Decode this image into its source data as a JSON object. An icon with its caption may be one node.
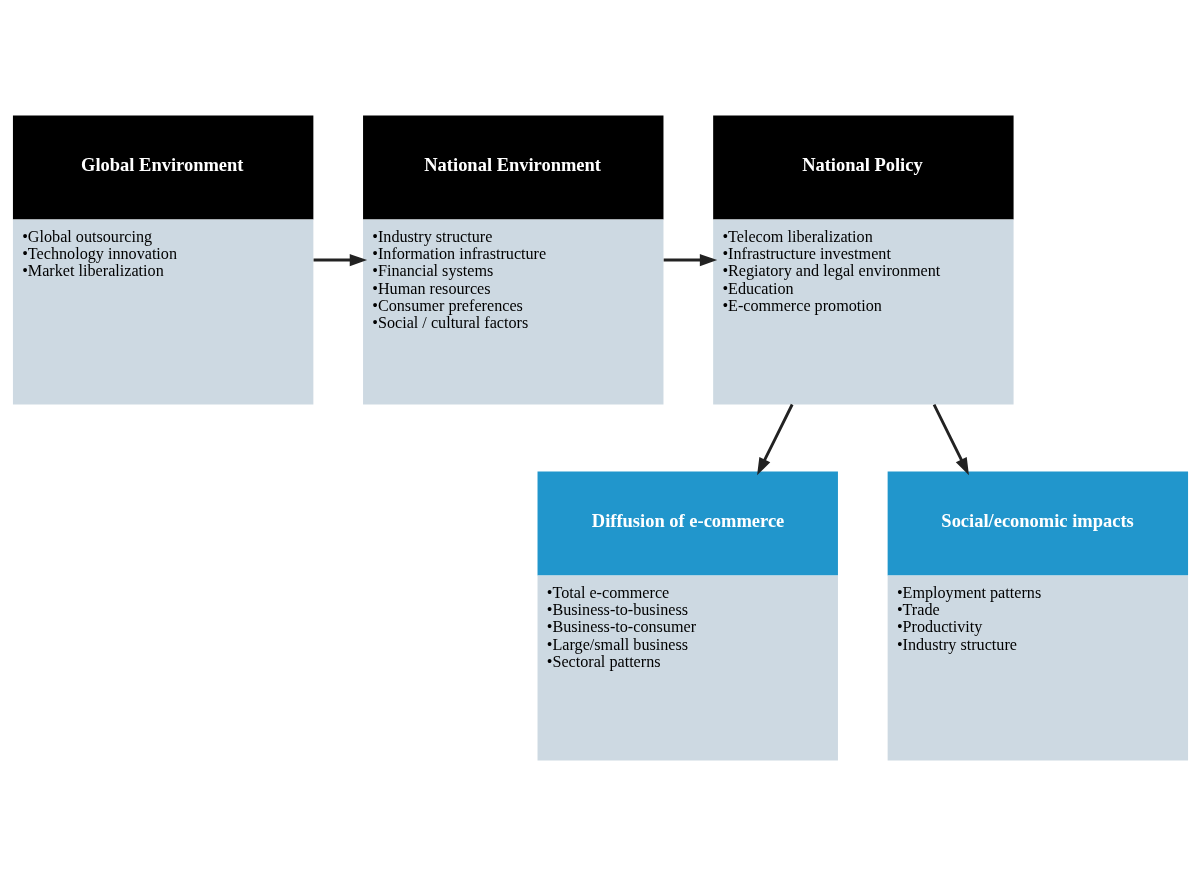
{
  "diagram": {
    "nodes": [
      {
        "text": [
          "Global Environment",
          "•Global outsourcing",
          "•Technology innovation",
          "•Market liberalization"
        ]
      },
      {
        "text": [
          "National Environment",
          "•Industry structure",
          "•Information infrastructure",
          "•Financial systems",
          "•Human resources",
          "•Consumer preferences",
          "•Social / cultural factors"
        ]
      },
      {
        "text": [
          "National Policy",
          "•Telecom liberalization",
          "•Infrastructure investment",
          "•Regiatory and legal environment",
          "•Education",
          "•E-commerce promotion"
        ]
      },
      {
        "text": [
          "Diffusion of e-commerce",
          "•Total e-commerce",
          "•Business-to-business",
          "•Business-to-consumer",
          "•Large/small business",
          "•Sectoral patterns"
        ]
      },
      {
        "text": [
          "Social/economic impacts",
          "•Employment patterns",
          "•Trade",
          "•Productivity",
          "•Industry structure"
        ]
      }
    ],
    "edges": [
      {
        "from": 0,
        "to": 1,
        "arrow": "to"
      },
      {
        "from": 1,
        "to": 2,
        "arrow": "to"
      },
      {
        "from": 2,
        "to": 3,
        "arrow": "to"
      },
      {
        "from": 2,
        "to": 4,
        "arrow": "to"
      }
    ]
  }
}
